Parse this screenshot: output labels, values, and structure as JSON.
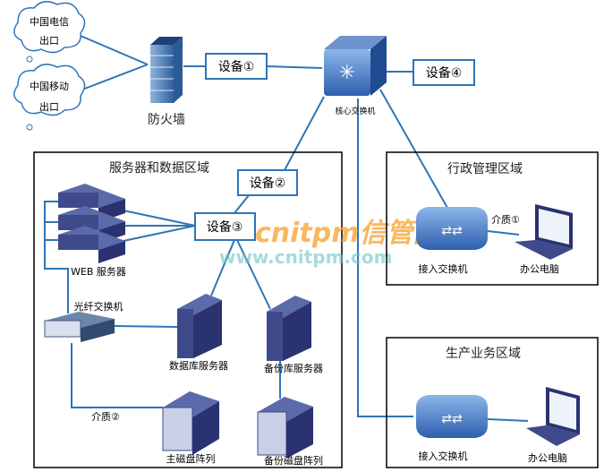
{
  "clouds": [
    {
      "line1": "中国电信",
      "line2": "出口"
    },
    {
      "line1": "中国移动",
      "line2": "出口"
    }
  ],
  "firewall_label": "防火墙",
  "core_switch_label": "核心交换机",
  "devices": {
    "d1": "设备①",
    "d2": "设备②",
    "d3": "设备③",
    "d4": "设备④"
  },
  "server_zone": {
    "title": "服务器和数据区域",
    "web": "WEB 服务器",
    "fiber_switch": "光纤交换机",
    "db": "数据库服务器",
    "backup_db": "备份库服务器",
    "main_disk": "主磁盘阵列",
    "backup_disk": "备份磁盘阵列",
    "medium": "介质②"
  },
  "admin_zone": {
    "title": "行政管理区域",
    "switch": "接入交换机",
    "pc": "办公电脑",
    "medium": "介质①"
  },
  "prod_zone": {
    "title": "生产业务区域",
    "switch": "接入交换机",
    "pc": "办公电脑"
  },
  "watermark": {
    "brand": "cnitpm信管网",
    "url": "www.cnitpm.com"
  },
  "colors": {
    "line": "#2e75b6",
    "device": "#3f4a8a",
    "watermark_orange": "#f7a02a",
    "watermark_teal": "#6cc4c4"
  }
}
